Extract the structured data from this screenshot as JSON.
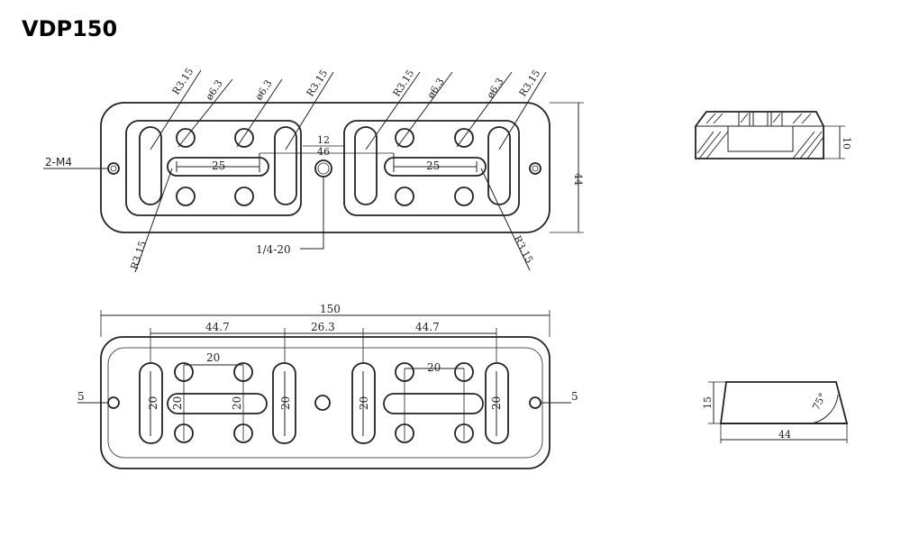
{
  "title": "VDP150",
  "top_view": {
    "slot_radius_top": [
      "R3.15",
      "R3.15",
      "R3.15",
      "R3.15"
    ],
    "hole_dia": [
      "ø6.3",
      "ø6.3",
      "ø6.3",
      "ø6.3"
    ],
    "slot_radius_bottom": [
      "R3.15",
      "R3.15"
    ],
    "thread_m4": "2-M4",
    "thread_quarter": "1/4-20",
    "center_slot_length": [
      "25",
      "25"
    ],
    "dim_12": "12",
    "dim_46": "46",
    "height_44": "44"
  },
  "side_view": {
    "thickness": "10"
  },
  "bottom_view": {
    "overall_length": "150",
    "segments": [
      "44.7",
      "26.3",
      "44.7"
    ],
    "hole_spacing": [
      "20",
      "20"
    ],
    "slot_len": [
      "20",
      "20",
      "20",
      "20",
      "20",
      "20"
    ],
    "edge_left": "5",
    "edge_right": "5"
  },
  "end_view": {
    "height": "15",
    "width": "44",
    "angle": "75°"
  }
}
